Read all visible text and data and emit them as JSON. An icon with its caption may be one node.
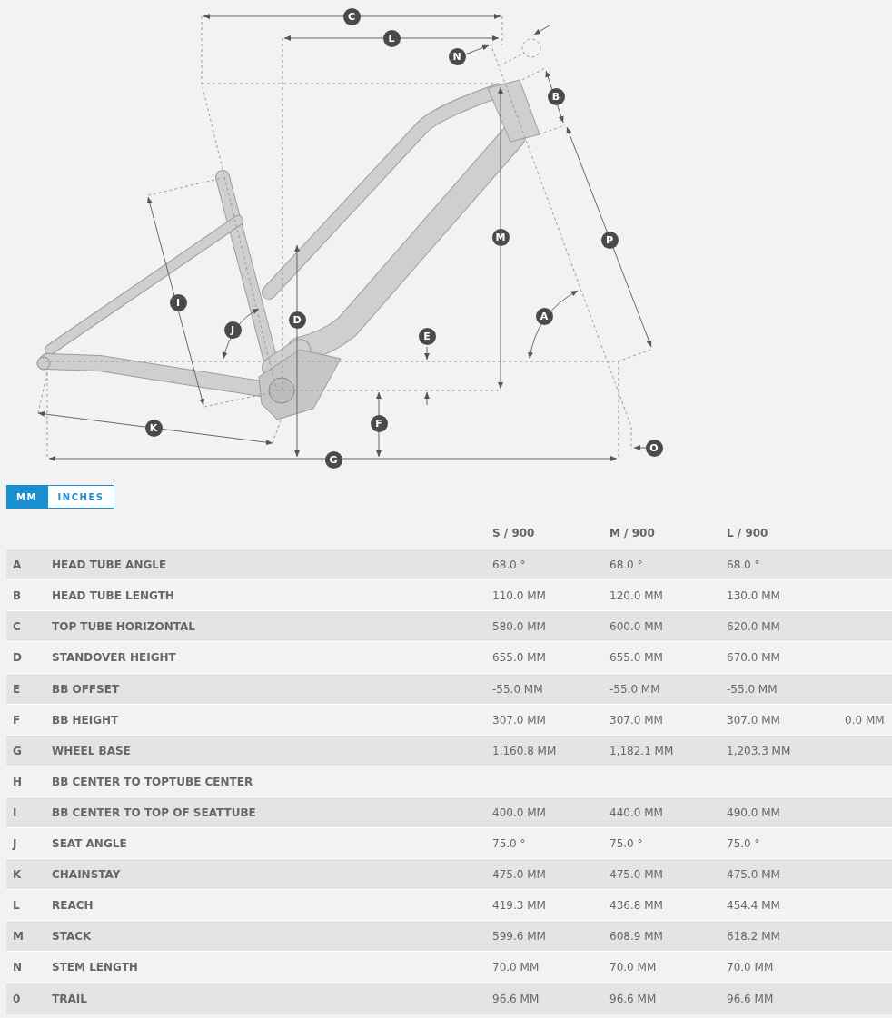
{
  "diagram": {
    "labels": [
      "C",
      "L",
      "N",
      "B",
      "M",
      "P",
      "I",
      "A",
      "J",
      "D",
      "E",
      "F",
      "K",
      "O",
      "G",
      "MM",
      "INCHES",
      "S / 900",
      "M / 900",
      "L / 900",
      "A",
      "HEAD TUBE ANGLE",
      "68.0 °",
      "68.0 °",
      "68.0 °",
      "B",
      "HEAD TUBE LENGTH",
      "110.0 MM",
      "120.0 MM",
      "130.0 MM",
      "C",
      "TOP TUBE HORIZONTAL",
      "580.0 MM",
      "600.0 MM",
      "620.0 MM",
      "D",
      "STANDOVER HEIGHT",
      "655.0 MM",
      "655.0 MM",
      "670.0 MM",
      "E",
      "BB OFFSET",
      "-55.0 MM",
      "-55.0 MM",
      "-55.0 MM",
      "F",
      "BB HEIGHT",
      "307.0 MM",
      "307.0 MM",
      "307.0 MM",
      "0.0 MM",
      "G",
      "WHEEL BASE",
      "1,160.8 MM",
      "1,182.1 MM",
      "1,203.3 MM",
      "H",
      "BB CENTER TO TOPTUBE CENTER",
      "I",
      "BB CENTER TO TOP OF SEATTUBE",
      "400.0 MM",
      "440.0 MM",
      "490.0 MM",
      "J",
      "SEAT ANGLE",
      "75.0 °",
      "75.0 °",
      "75.0 °",
      "K",
      "CHAINSTAY",
      "475.0 MM",
      "475.0 MM",
      "475.0 MM",
      "L",
      "REACH",
      "419.3 MM",
      "436.8 MM",
      "454.4 MM",
      "M",
      "STACK",
      "599.6 MM",
      "608.9 MM",
      "618.2 MM",
      "N",
      "STEM LENGTH",
      "70.0 MM",
      "70.0 MM",
      "70.0 MM",
      "0",
      "TRAIL",
      "96.6 MM",
      "96.6 MM",
      "96.6 MM"
    ]
  }
}
